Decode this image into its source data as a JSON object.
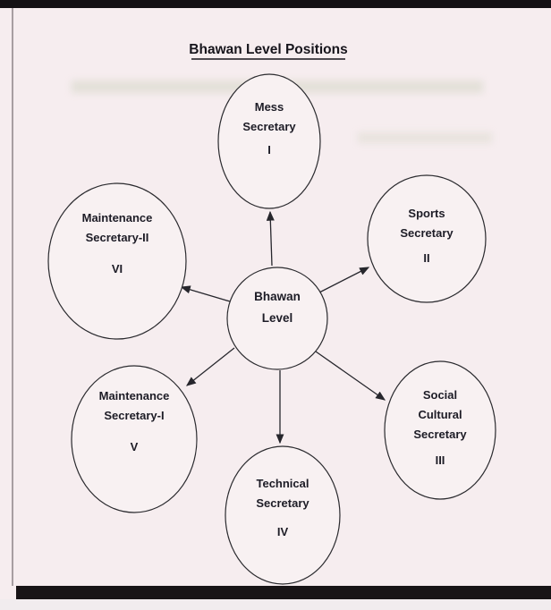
{
  "title": "Bhawan Level Positions",
  "center_node": {
    "line1": "Bhawan",
    "line2": "Level"
  },
  "nodes": [
    {
      "id": "mess-secretary",
      "lines": [
        "Mess",
        "Secretary"
      ],
      "numeral": "I"
    },
    {
      "id": "sports-secretary",
      "lines": [
        "Sports",
        "Secretary"
      ],
      "numeral": "II"
    },
    {
      "id": "social-cultural-secretary",
      "lines": [
        "Social",
        "Cultural",
        "Secretary"
      ],
      "numeral": "III"
    },
    {
      "id": "technical-secretary",
      "lines": [
        "Technical",
        "Secretary"
      ],
      "numeral": "IV"
    },
    {
      "id": "maintenance-secretary-i",
      "lines": [
        "Maintenance",
        "Secretary-I"
      ],
      "numeral": "V"
    },
    {
      "id": "maintenance-secretary-ii",
      "lines": [
        "Maintenance",
        "Secretary-II"
      ],
      "numeral": "VI"
    }
  ]
}
